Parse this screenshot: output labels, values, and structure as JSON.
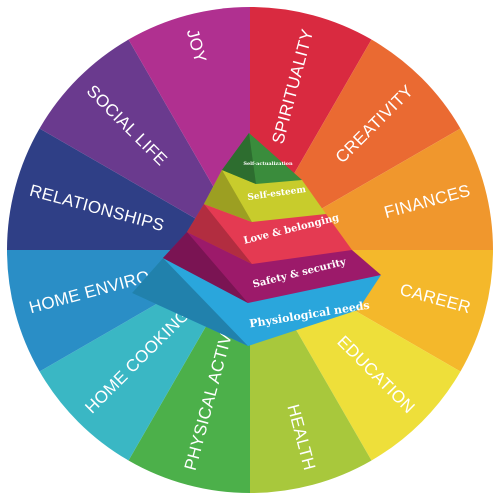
{
  "wheel": {
    "segments": [
      {
        "label": "SPIRITUALITY",
        "color": "#d92a40"
      },
      {
        "label": "CREATIVITY",
        "color": "#ea6a32"
      },
      {
        "label": "FINANCES",
        "color": "#f0972d"
      },
      {
        "label": "CAREER",
        "color": "#f4b82b"
      },
      {
        "label": "EDUCATION",
        "color": "#eedf3a"
      },
      {
        "label": "HEALTH",
        "color": "#a8c83c"
      },
      {
        "label": "PHYSICAL ACTIVITY",
        "color": "#4cb04a"
      },
      {
        "label": "HOME COOKING",
        "color": "#3ab7c4"
      },
      {
        "label": "HOME ENVIRO",
        "color": "#2a8ec6"
      },
      {
        "label": "RELATIONSHIPS",
        "color": "#2f3f86"
      },
      {
        "label": "SOCIAL LIFE",
        "color": "#6a3a8e"
      },
      {
        "label": "JOY",
        "color": "#b03090"
      }
    ]
  },
  "pyramid": {
    "levels": [
      {
        "label": "Self-actualization",
        "color": "#3a8c3c"
      },
      {
        "label": "Self-esteem",
        "color": "#c8cc2c"
      },
      {
        "label": "Love & belonging",
        "color": "#e43a52"
      },
      {
        "label": "Safety & security",
        "color": "#9c1a6a"
      },
      {
        "label": "Physiological needs",
        "color": "#2aa6dc"
      }
    ]
  }
}
